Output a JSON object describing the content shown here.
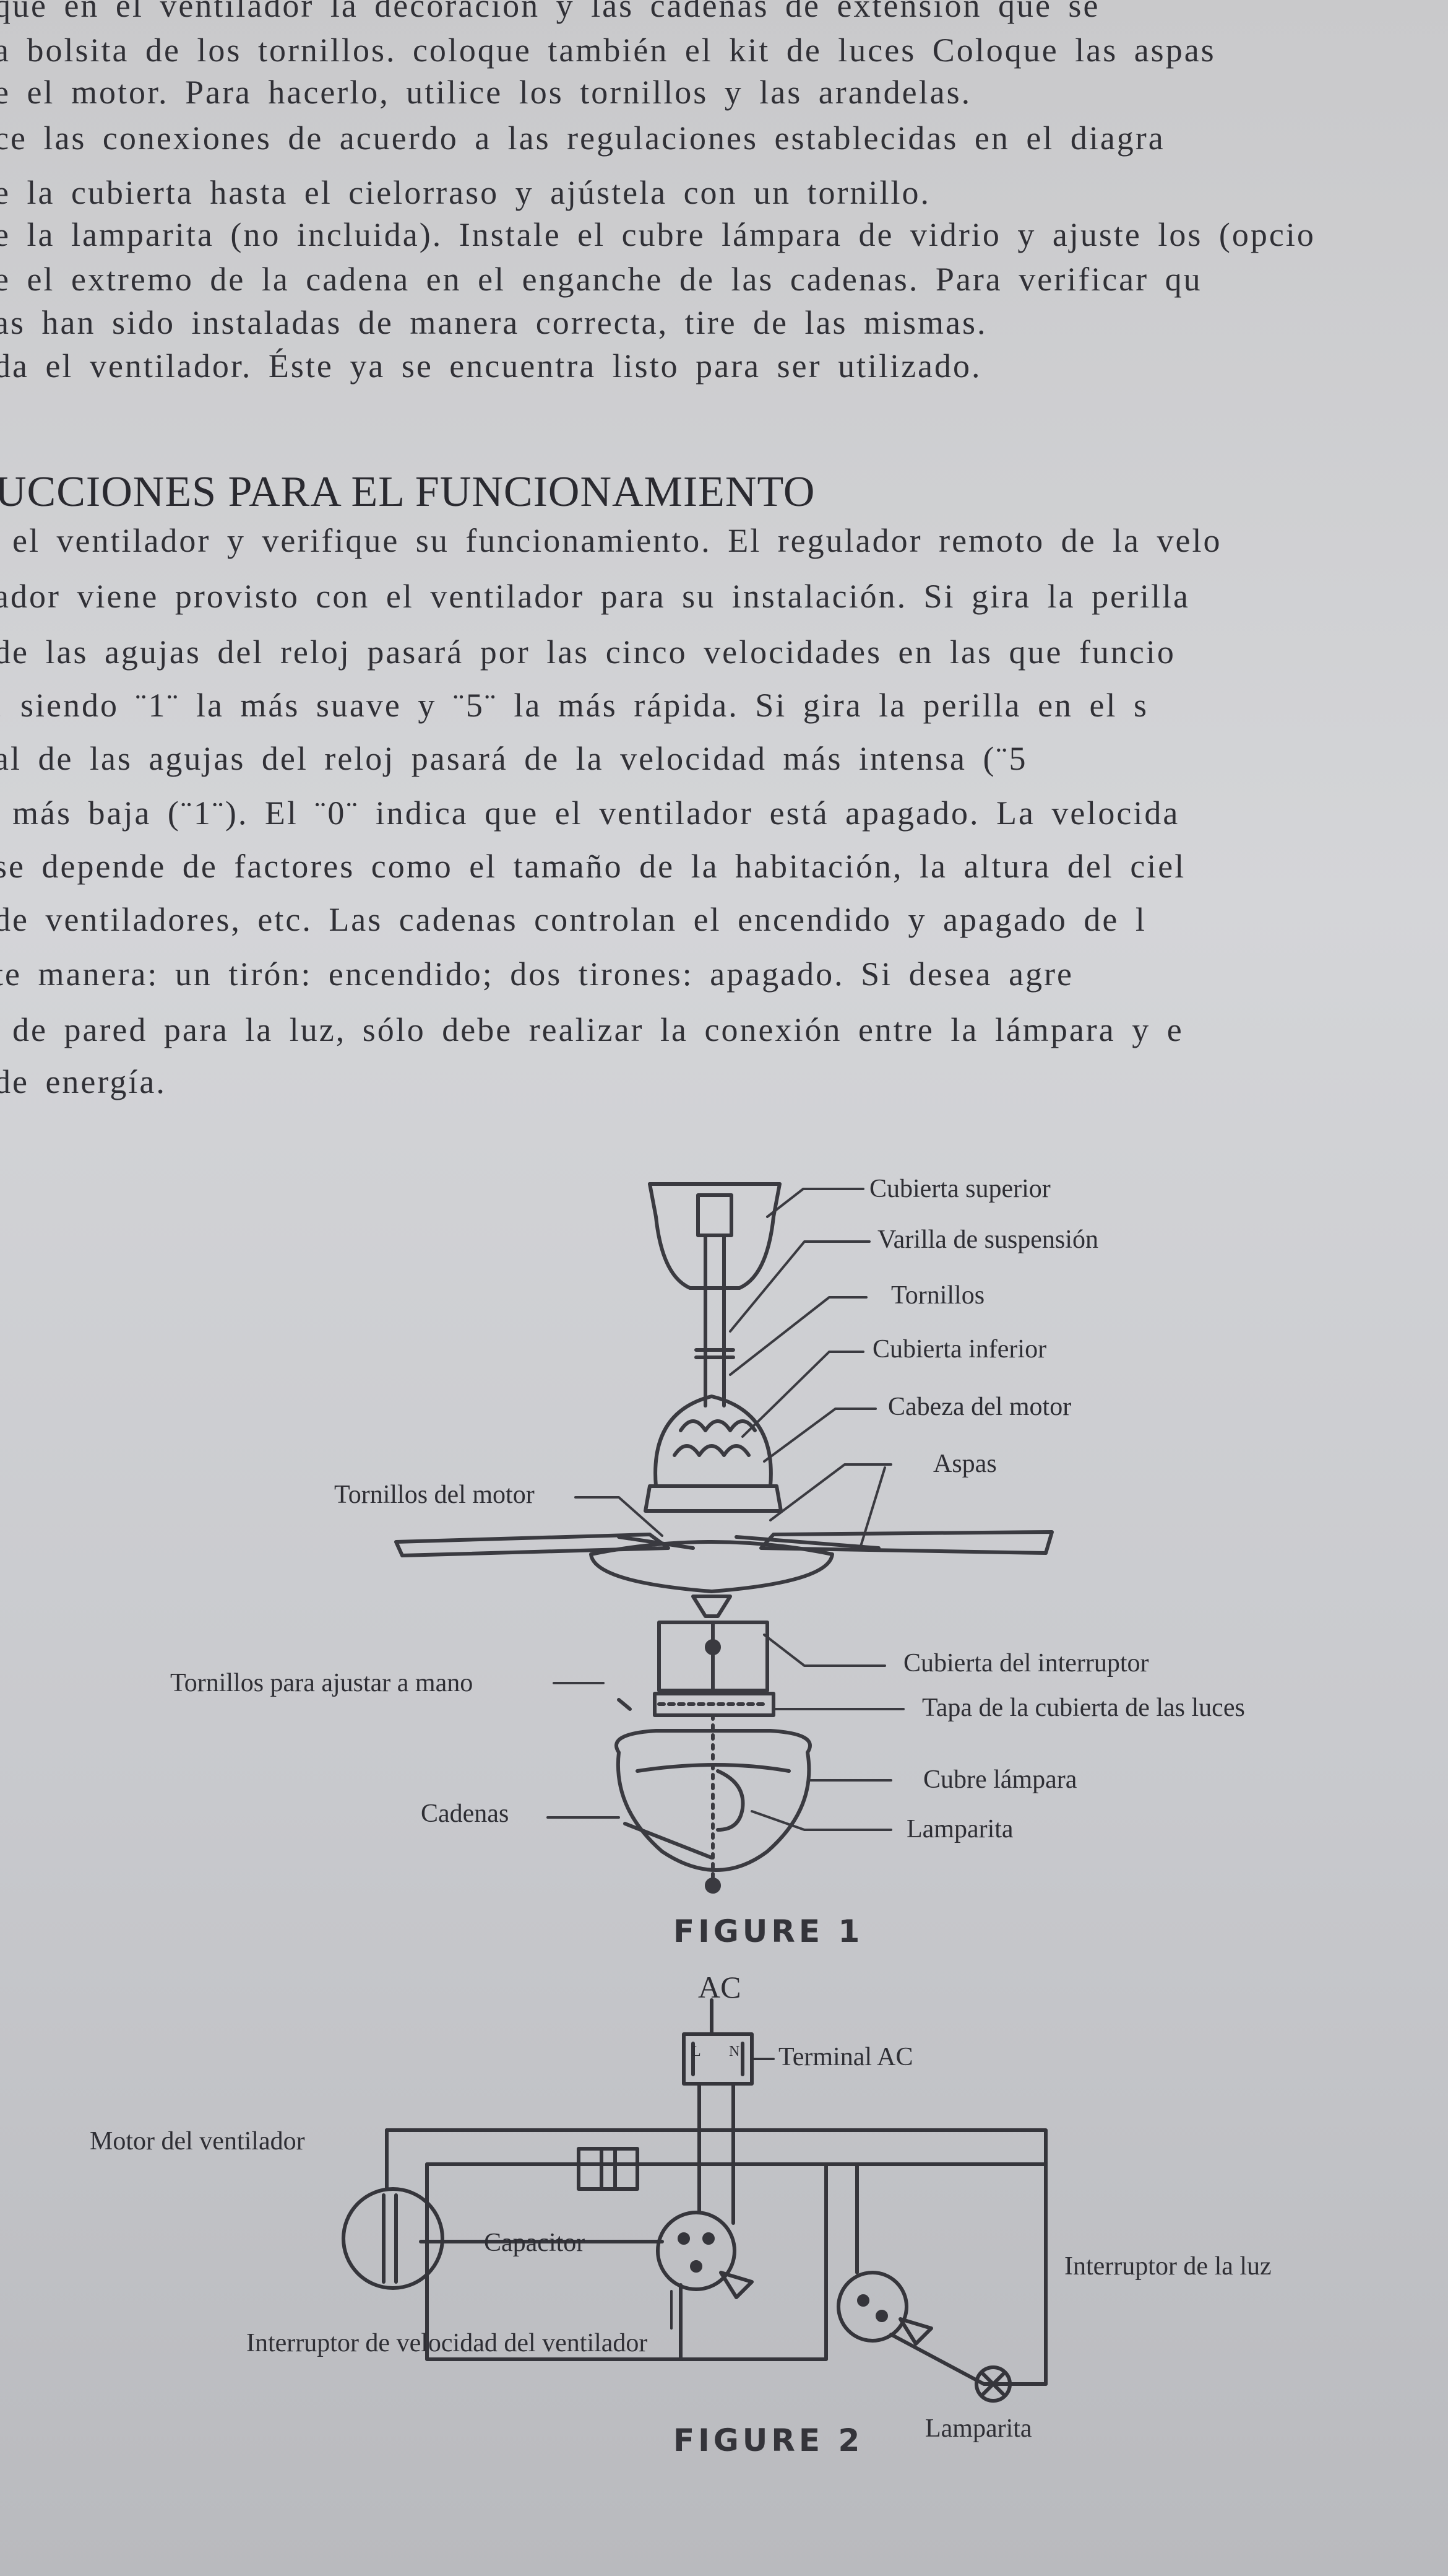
{
  "instructions_top": [
    "que en el ventilador la decoración y las cadenas de extensión que se",
    "a bolsita de los tornillos. coloque también el kit de luces Coloque las aspas",
    "e el motor. Para hacerlo, utilice los tornillos y las arandelas.",
    "ce las conexiones de acuerdo a las regulaciones establecidas en el diagra",
    "e la cubierta hasta el cielorraso y ajústela con un tornillo.",
    "e la lamparita (no incluida). Instale el cubre lámpara de vidrio y ajuste los (opcio",
    "e el extremo de la cadena en el enganche de las cadenas. Para verificar qu",
    "as han sido instaladas de manera correcta, tire de las mismas.",
    "da el ventilador. Éste ya se encuentra listo para ser utilizado."
  ],
  "section_title": "UCCIONES PARA EL FUNCIONAMIENTO",
  "operation_paragraph": [
    "el ventilador y verifique su funcionamiento. El regulador remoto de la velo",
    "ador viene provisto con el ventilador para su instalación. Si gira la perilla",
    "de las agujas del reloj pasará por las cinco velocidades en las que funcio",
    ", siendo ¨1¨ la más suave y ¨5¨ la más rápida. Si gira la perilla en el s",
    "al de las agujas del reloj pasará de la velocidad más intensa (¨5",
    "más baja (¨1¨). El ¨0¨ indica que el ventilador está apagado. La velocida",
    "se depende de factores como el tamaño de la habitación, la altura del ciel",
    "de ventiladores, etc. Las cadenas controlan el encendido y apagado de l",
    "te manera: un tirón: encendido; dos tirones: apagado. Si desea agre",
    "de pared para la luz, sólo debe realizar la conexión entre la lámpara y e",
    "de energía."
  ],
  "figure1": {
    "caption": "FIGURE 1",
    "labels": {
      "cubierta_superior": "Cubierta superior",
      "varilla": "Varilla de suspensión",
      "tornillos": "Tornillos",
      "cubierta_inferior": "Cubierta inferior",
      "cabeza_motor": "Cabeza del motor",
      "aspas": "Aspas",
      "tornillos_motor": "Tornillos del motor",
      "cubierta_interruptor": "Cubierta del interruptor",
      "tornillos_mano": "Tornillos para ajustar a mano",
      "tapa_luces": "Tapa de la cubierta de las luces",
      "cubre_lampara": "Cubre lámpara",
      "cadenas": "Cadenas",
      "lamparita": "Lamparita"
    }
  },
  "figure2": {
    "caption": "FIGURE 2",
    "labels": {
      "ac": "AC",
      "terminal_ac": "Terminal AC",
      "motor": "Motor del ventilador",
      "capacitor": "Capacitor",
      "interruptor_luz": "Interruptor de la luz",
      "interruptor_velocidad": "Interruptor de velocidad del ventilador",
      "lamparita": "Lamparita",
      "terminal_l": "L",
      "terminal_n": "N"
    }
  }
}
